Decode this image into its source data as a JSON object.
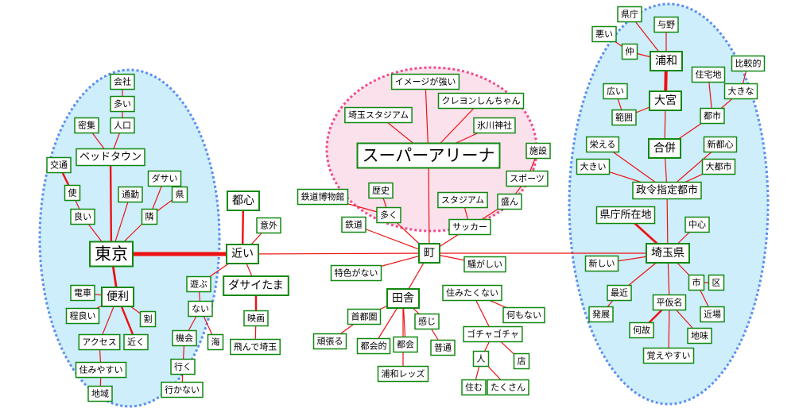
{
  "colors": {
    "link": "#ee1111",
    "node_border": "#118811",
    "node_fill": "#ffffff",
    "text": "#000000",
    "cluster_blue_fill": "#cdeefa",
    "cluster_blue_stroke": "#5b8ff0",
    "cluster_pink_fill": "#fbe1ec",
    "cluster_pink_stroke": "#ee4c8f"
  },
  "nodes": {
    "n1": "会社",
    "n2": "多い",
    "n3": "密集",
    "n4": "人口",
    "n5": "ベッドタウン",
    "n6": "交通",
    "n7": "ダサい",
    "n8": "使",
    "n9": "通勤",
    "n10": "県",
    "n11": "良い",
    "n12": "隣",
    "n13": "東京",
    "n14": "電車",
    "n15": "便利",
    "n16": "程良い",
    "n17": "割",
    "n18": "アクセス",
    "n19": "近く",
    "n20": "住みやすい",
    "n21": "地域",
    "n22": "都心",
    "n23": "意外",
    "n24": "近い",
    "n25": "遊ぶ",
    "n26": "ダサイたま",
    "n27": "ない",
    "n28": "映画",
    "n29": "機会",
    "n30": "海",
    "n31": "飛んで埼玉",
    "n32": "行く",
    "n33": "行かない",
    "n34": "イメージが強い",
    "n35": "クレヨンしんちゃん",
    "n36": "埼玉スタジアム",
    "n37": "氷川神社",
    "n38": "スーパーアリーナ",
    "n39": "施設",
    "n40": "スポーツ",
    "n41": "歴史",
    "n42": "鉄道博物館",
    "n43": "スタジアム",
    "n44": "盛ん",
    "n45": "多く",
    "n46": "鉄道",
    "n47": "サッカー",
    "n48": "町",
    "n49": "騒がしい",
    "n50": "特色がない",
    "n51": "住みたくない",
    "n52": "田舎",
    "n53": "何もない",
    "n54": "首都圏",
    "n55": "感じ",
    "n56": "ゴチャゴチャ",
    "n57": "頑張る",
    "n58": "都会的",
    "n59": "都会",
    "n60": "普通",
    "n61": "人",
    "n62": "店",
    "n63": "浦和レッズ",
    "n64": "住む",
    "n65": "たくさん",
    "n66": "県庁",
    "n67": "与野",
    "n68": "悪い",
    "n69": "仲",
    "n70": "浦和",
    "n71": "比較的",
    "n72": "住宅地",
    "n73": "広い",
    "n74": "大宮",
    "n75": "大きな",
    "n76": "範囲",
    "n77": "都市",
    "n78": "栄える",
    "n79": "合併",
    "n80": "新都心",
    "n81": "大きい",
    "n82": "大都市",
    "n83": "政令指定都市",
    "n84": "県庁所在地",
    "n85": "中心",
    "n86": "埼玉県",
    "n87": "新しい",
    "n88": "市",
    "n89": "区",
    "n90": "最近",
    "n91": "平仮名",
    "n92": "発展",
    "n93": "近場",
    "n94": "何故",
    "n95": "地味",
    "n96": "覚えやすい"
  }
}
